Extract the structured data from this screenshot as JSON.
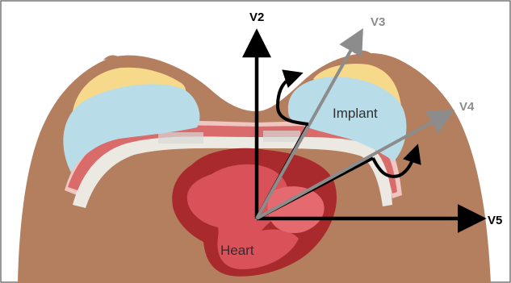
{
  "labels": {
    "v2": "V2",
    "v3": "V3",
    "v4": "V4",
    "v5": "V5",
    "implant": "Implant",
    "heart": "Heart"
  },
  "colors": {
    "skin": "#b47f5f",
    "border": "#444444",
    "fat": "#f6d98a",
    "implant": "#b9dde8",
    "muscle_light": "#f0c6c2",
    "muscle": "#d96b6b",
    "rib": "#ece9e2",
    "heart_outer": "#a82a2c",
    "heart_inner": "#d9525a",
    "heart_highlight": "#e46a6f",
    "arrow_black": "#000000",
    "arrow_gray": "#8c8c8c"
  }
}
